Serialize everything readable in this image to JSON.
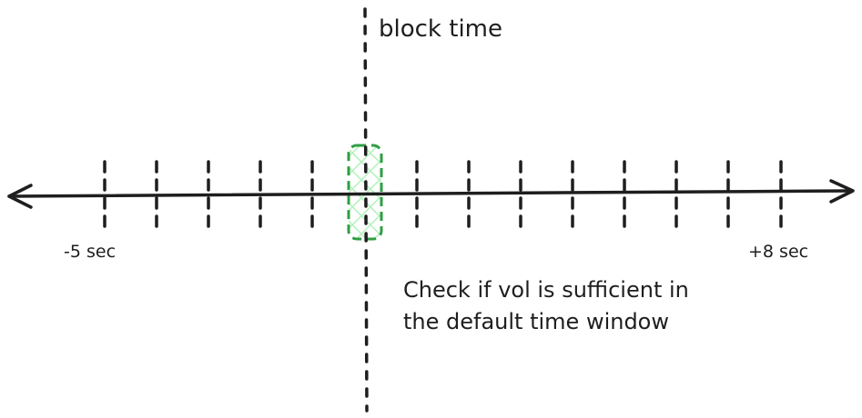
{
  "diagram": {
    "block_time_label": "block time",
    "left_bound_label": "-5 sec",
    "right_bound_label": "+8 sec",
    "note_lines": [
      "Check if vol is sufficient in",
      "the default time window"
    ],
    "colors": {
      "ink": "#1e1e1e",
      "highlight_stroke": "#2f9e44",
      "highlight_fill": "#b2f2bb"
    }
  }
}
